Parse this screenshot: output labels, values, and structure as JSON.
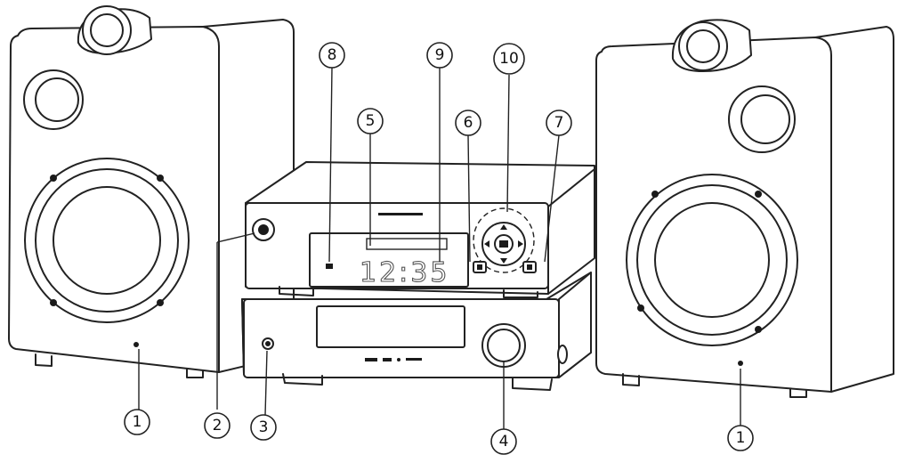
{
  "callouts": {
    "speaker_left": "1",
    "speaker_right": "1",
    "power_button": "2",
    "headphone_jack": "3",
    "volume_knob": "4",
    "display": "5",
    "button_left": "6",
    "button_right": "7",
    "display_left_area": "8",
    "display_right_area": "9",
    "navigation_pad": "10"
  },
  "display": {
    "clock": "12:35"
  }
}
